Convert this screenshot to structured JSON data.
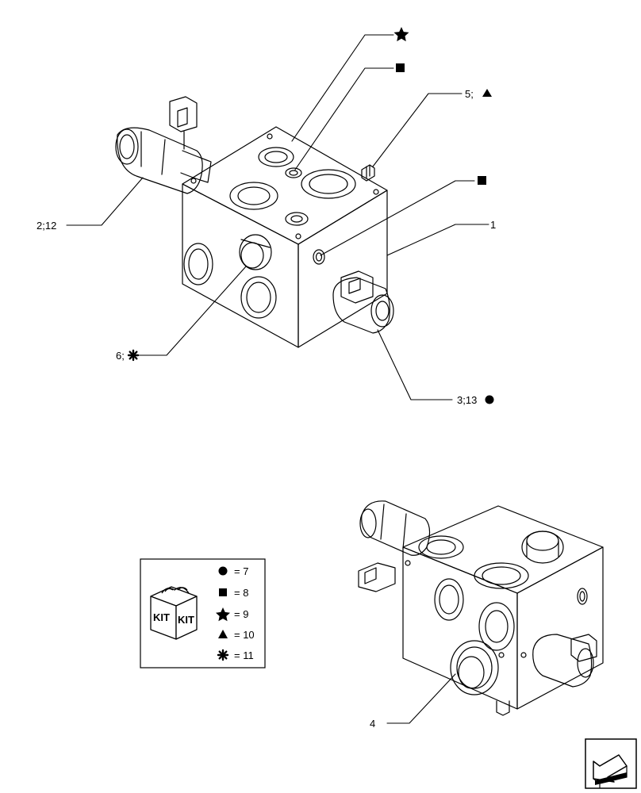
{
  "callouts": {
    "star_top": "",
    "square_top": "",
    "c5": "5;",
    "square_right": "",
    "c1": "1",
    "c2_12": "2;12",
    "c6": "6;",
    "c3_13": "3;13",
    "c4": "4"
  },
  "legend": [
    {
      "symbol": "circle",
      "value": "= 7"
    },
    {
      "symbol": "square",
      "value": "= 8"
    },
    {
      "symbol": "star",
      "value": "= 9"
    },
    {
      "symbol": "triangle",
      "value": "= 10"
    },
    {
      "symbol": "asterisk",
      "value": "= 11"
    }
  ],
  "kit_icon": {
    "label_left": "KIT",
    "label_right": "KIT"
  },
  "nav_icon": "back-arrow-icon"
}
